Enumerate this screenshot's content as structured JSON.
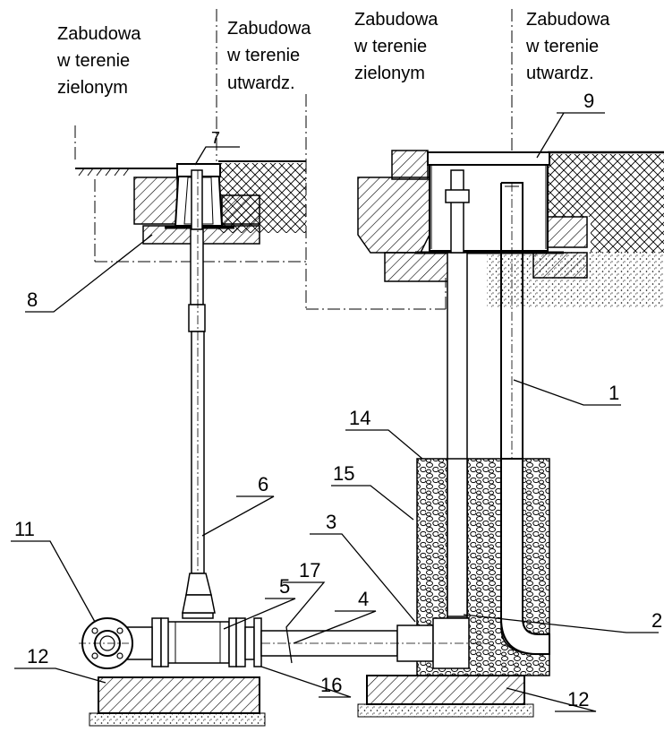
{
  "zones": {
    "left_green": [
      "Zabudowa",
      "w terenie",
      "zielonym"
    ],
    "left_paved": [
      "Zabudowa",
      "w terenie",
      "utwardz."
    ],
    "right_green": [
      "Zabudowa",
      "w terenie",
      "zielonym"
    ],
    "right_paved": [
      "Zabudowa",
      "w terenie",
      "utwardz."
    ]
  },
  "callouts": {
    "c1": "1",
    "c2": "2",
    "c3": "3",
    "c4": "4",
    "c5": "5",
    "c6": "6",
    "c7": "7",
    "c8": "8",
    "c9": "9",
    "c11": "11",
    "c12a": "12",
    "c12b": "12",
    "c14": "14",
    "c15": "15",
    "c16": "16",
    "c17": "17"
  },
  "colors": {
    "line": "#000000",
    "fill": "#ffffff"
  }
}
